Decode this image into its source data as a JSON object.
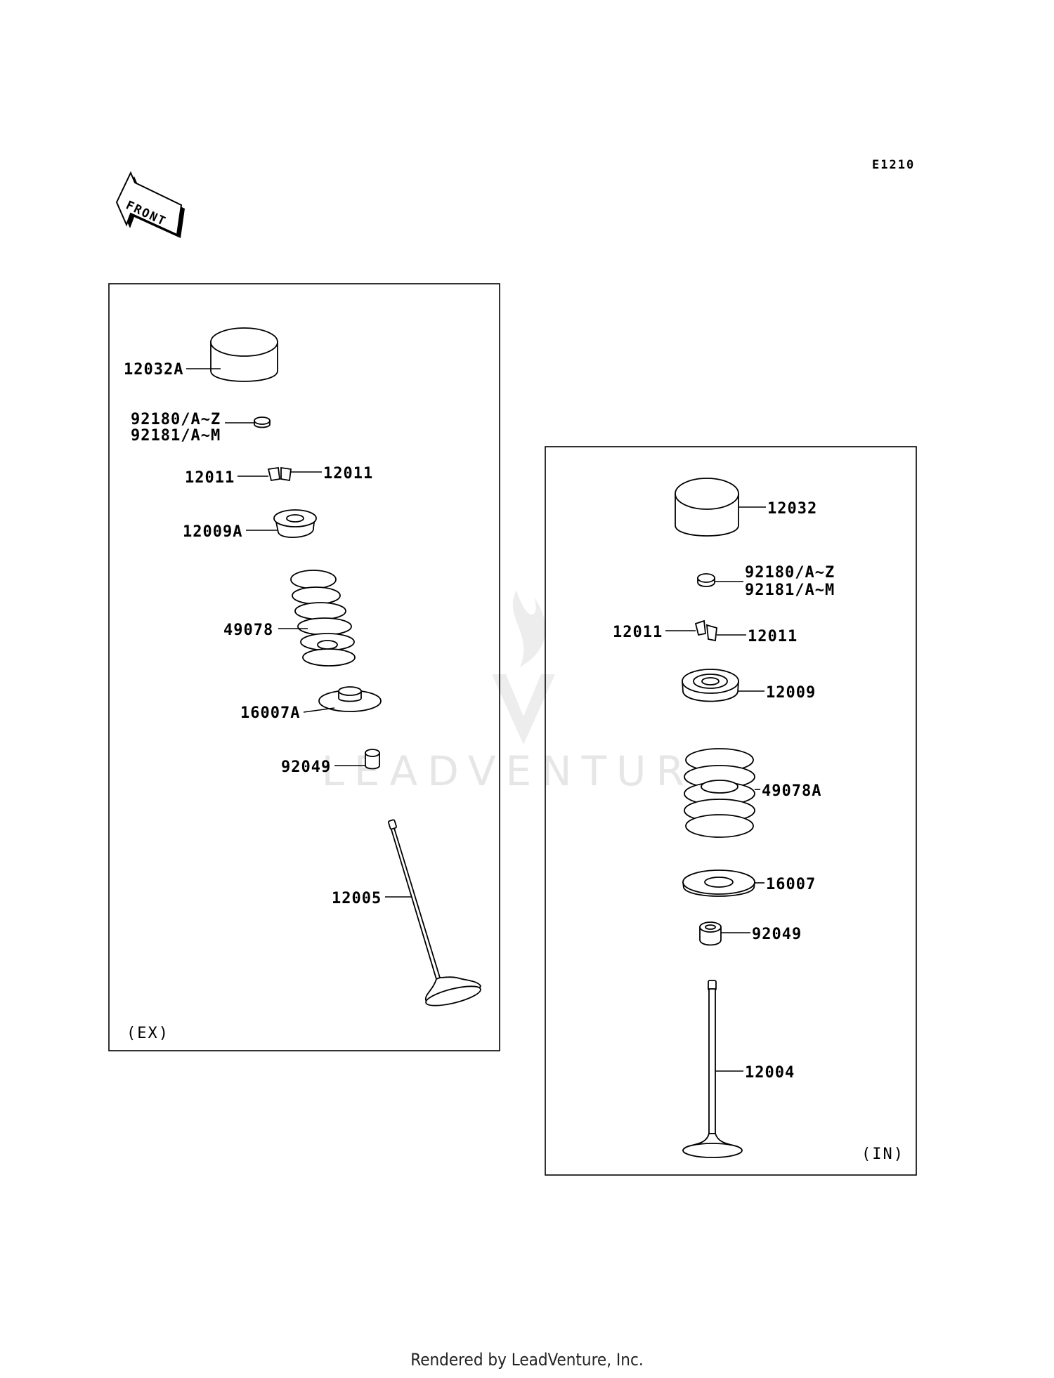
{
  "diagram_ref": "E1210",
  "front_arrow_label": "FRONT",
  "watermark": "LEADVENTURE",
  "footer": "Rendered by LeadVenture, Inc.",
  "exhaust": {
    "group_label": "(EX)",
    "labels": {
      "tappet": "12032A",
      "shim_1": "92180/A~Z",
      "shim_2": "92181/A~M",
      "keeper_left": "12011",
      "keeper_right": "12011",
      "retainer": "12009A",
      "spring": "49078",
      "spring_seat": "16007A",
      "stem_seal": "92049",
      "valve": "12005"
    }
  },
  "intake": {
    "group_label": "(IN)",
    "labels": {
      "tappet": "12032",
      "shim_1": "92180/A~Z",
      "shim_2": "92181/A~M",
      "keeper_left": "12011",
      "keeper_right": "12011",
      "retainer": "12009",
      "spring": "49078A",
      "spring_seat": "16007",
      "stem_seal": "92049",
      "valve": "12004"
    }
  }
}
